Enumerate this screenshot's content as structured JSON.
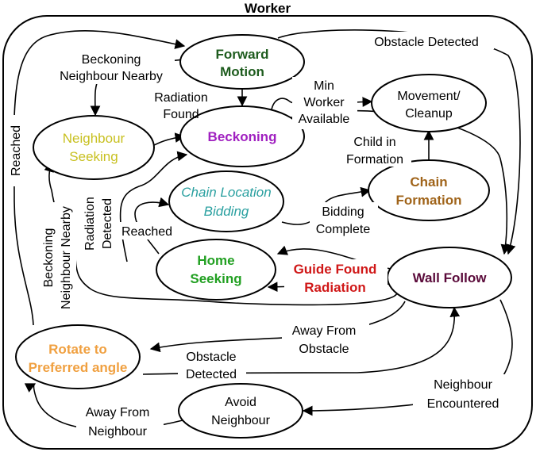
{
  "title": "Worker",
  "colors": {
    "forward_motion": "#1e5c1e",
    "beckoning": "#a020c0",
    "neighbour_seeking": "#c8c020",
    "chain_location_bidding": "#2aa0a0",
    "chain_formation": "#a0641a",
    "home_seeking": "#22a022",
    "guide_found_radiation": "#d01818",
    "wall_follow": "#5a0a3a",
    "rotate": "#f0a040",
    "default": "#000000"
  },
  "states": {
    "forward_motion": [
      "Forward",
      "Motion"
    ],
    "beckoning": [
      "Beckoning"
    ],
    "neighbour_seeking": [
      "Neighbour",
      "Seeking"
    ],
    "movement_cleanup": [
      "Movement/",
      "Cleanup"
    ],
    "chain_location_bidding": [
      "Chain Location",
      "Bidding"
    ],
    "chain_formation": [
      "Chain",
      "Formation"
    ],
    "home_seeking": [
      "Home",
      "Seeking"
    ],
    "wall_follow": [
      "Wall Follow"
    ],
    "rotate": [
      "Rotate to",
      "Preferred angle"
    ],
    "avoid_neighbour": [
      "Avoid",
      "Neighbour"
    ]
  },
  "labels": {
    "obstacle_detected_top": "Obstacle Detected",
    "beckoning_neighbour_nearby_top": [
      "Beckoning",
      "Neighbour Nearby"
    ],
    "radiation_found": [
      "Radiation",
      "Found"
    ],
    "min_worker_available": [
      "Min",
      "Worker",
      "Available"
    ],
    "child_in_formation": [
      "Child in",
      "Formation"
    ],
    "reached_left": "Reached",
    "beckoning_neighbour_nearby_side": [
      "Beckoning",
      "Neighbour Nearby"
    ],
    "radiation_detected": [
      "Radiation",
      "Detected"
    ],
    "reached_mid": "Reached",
    "bidding_complete": [
      "Bidding",
      "Complete"
    ],
    "guide_found_radiation": [
      "Guide Found",
      "Radiation"
    ],
    "away_from_obstacle": [
      "Away From",
      "Obstacle"
    ],
    "obstacle_detected_bottom": [
      "Obstacle",
      "Detected"
    ],
    "neighbour_encountered": [
      "Neighbour",
      "Encountered"
    ],
    "away_from_neighbour": [
      "Away From",
      "Neighbour"
    ]
  }
}
